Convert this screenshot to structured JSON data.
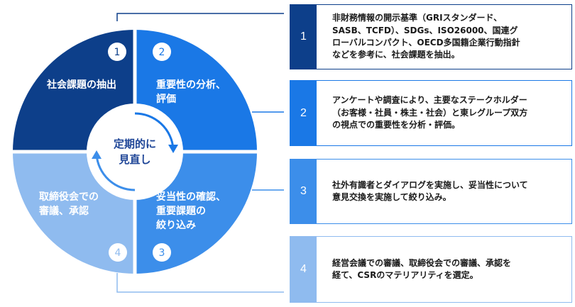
{
  "colors": {
    "q1": "#0d3f8a",
    "q2": "#1a78e6",
    "q3": "#3c8eea",
    "q4": "#8fbbef",
    "box1": "#0d3f8a",
    "box2": "#1a78e6",
    "box3": "#3c8eea",
    "box4": "#8fbbef",
    "center_text": "#1e4597"
  },
  "cycle": {
    "center_label": [
      "定期的に",
      "見直し"
    ],
    "quadrants": [
      {
        "number": "1",
        "label": [
          "社会課題の抽出"
        ]
      },
      {
        "number": "2",
        "label": [
          "重要性の分析、",
          "評価"
        ]
      },
      {
        "number": "3",
        "label": [
          "妥当性の確認、",
          "重要課題の",
          "絞り込み"
        ]
      },
      {
        "number": "4",
        "label": [
          "取締役会での",
          "審議、承認"
        ]
      }
    ]
  },
  "steps": [
    {
      "number": "1",
      "text": "非財務情報の開示基準（GRIスタンダード、\nSASB、TCFD）、SDGs、ISO26000、国連グ\nローバルコンパクト、OECD多国籍企業行動指針\nなどを参考に、社会課題を抽出。"
    },
    {
      "number": "2",
      "text": "アンケートや調査により、主要なステークホルダー\n（お客様・社員・株主・社会）と東レグループ双方\nの視点での重要性を分析・評価。"
    },
    {
      "number": "3",
      "text": "社外有識者とダイアログを実施し、妥当性について\n意見交換を実施して絞り込み。"
    },
    {
      "number": "4",
      "text": "経営会議での審議、取締役会での審議、承認を\n経て、CSRのマテリアリティを選定。"
    }
  ]
}
